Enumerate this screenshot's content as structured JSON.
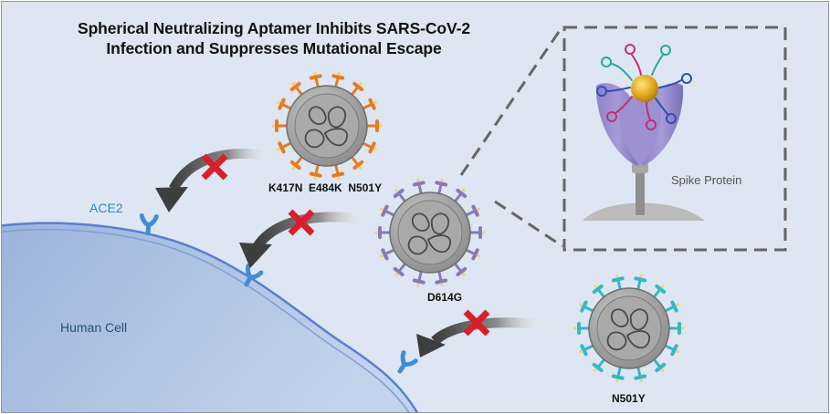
{
  "title_line1": "Spherical Neutralizing Aptamer Inhibits SARS-CoV-2",
  "title_line2": "Infection and Suppresses Mutational Escape",
  "labels": {
    "receptor": "ACE2",
    "cell": "Human Cell",
    "inset": "Spike Protein"
  },
  "variants": [
    {
      "mutations": "K417N  E484K  N501Y",
      "spike_color": "#e87b22"
    },
    {
      "mutations": "D614G",
      "spike_color": "#8a78b8"
    },
    {
      "mutations": "N501Y",
      "spike_color": "#35b8c4"
    }
  ],
  "colors": {
    "background": "#dde6f2",
    "cell_fill": "#a9bfe0",
    "cell_membrane": "#5a7ed0",
    "receptor": "#3f8ed6",
    "block_cross": "#d6202a",
    "arrow": "#4d4d4d",
    "gold_core": "#e8b519"
  },
  "icons": [
    "blocked-cross-icon",
    "curved-arrow-icon",
    "ace2-receptor-icon",
    "virus-icon",
    "aptamer-nanoparticle-icon"
  ]
}
